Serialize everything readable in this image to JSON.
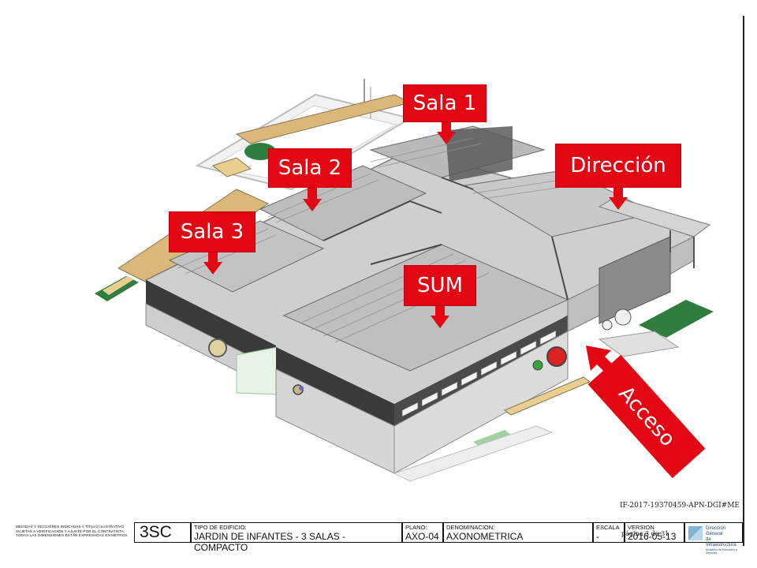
{
  "labels": {
    "sala1": "Sala 1",
    "sala2": "Sala 2",
    "sala3": "Sala 3",
    "direccion": "Dirección",
    "sum": "SUM",
    "acceso": "Acceso"
  },
  "doc_reference": "IF-2017-19370459-APN-DGI#ME",
  "title_block": {
    "notes": "MEDIDAS Y SECCIONES INDICADAS A TÍTULO ILUSTRATIVO SUJETAS A VERIFICACIÓN Y AJUSTE POR EL CONTRATISTA TODAS LAS DIMENSIONES ESTÁN EXPRESADAS EN METROS",
    "code": "3SC",
    "building_type_caption": "TIPO DE EDIFICIO:",
    "building_type": "JARDIN DE INFANTES - 3 SALAS - COMPACTO",
    "plan_caption": "PLANO:",
    "plan": "AXO-04",
    "name_caption": "DENOMINACION:",
    "name": "AXONOMETRICA",
    "scale_caption": "ESCALA",
    "scale": "-",
    "version_caption": "VERSION",
    "version": "2016-05-13",
    "page_overlay": "página 3 de 31",
    "org_line1": "Dirección General",
    "org_line2": "de Infraestructura",
    "org_line3": "Ministerio de Educación y Deportes"
  },
  "colors": {
    "label_red": "#e30613",
    "roof_grey": "#b9b9b9",
    "wall_dark": "#3a3a3a",
    "wall_light": "#d9d9d9",
    "grass_green": "#2f7d3f",
    "wood": "#d9b87a"
  }
}
